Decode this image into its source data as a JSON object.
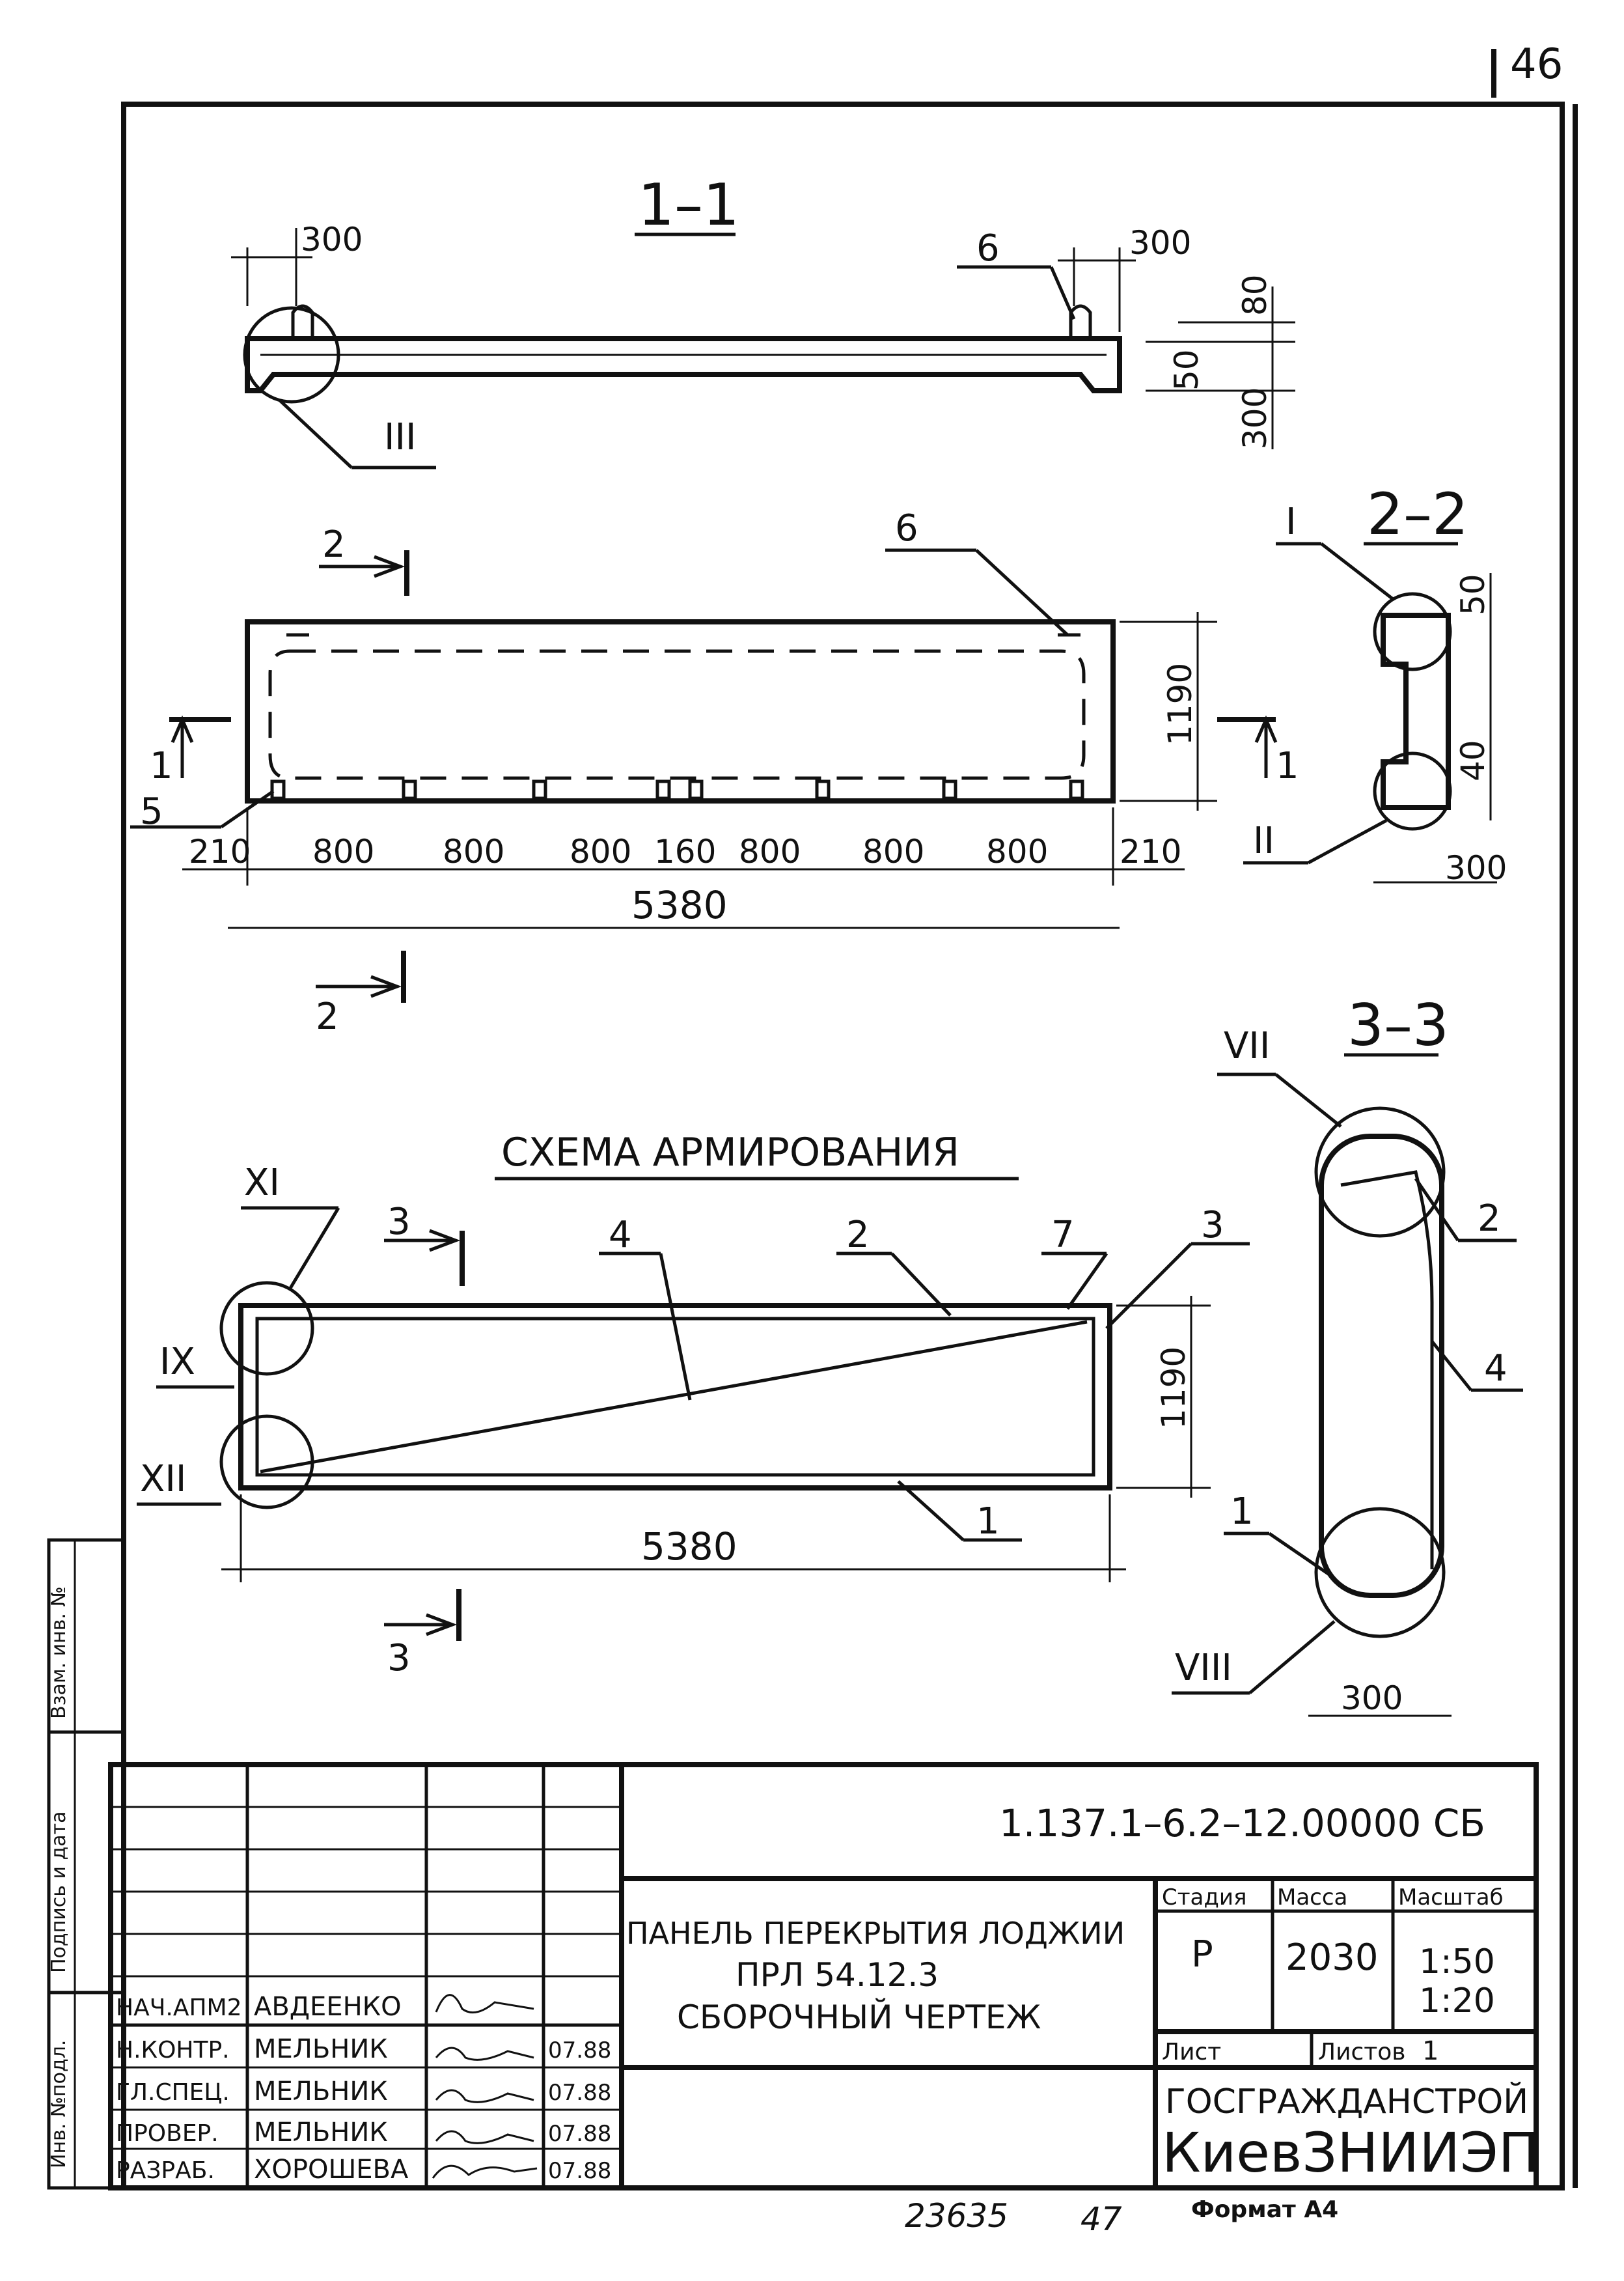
{
  "sheet": {
    "page_number": "46",
    "footer_number": "23635",
    "footer_page": "47",
    "format": "Формат А4"
  },
  "section_1_1": {
    "title": "1–1",
    "dim_left": "300",
    "dim_right": "300",
    "dim_80": "80",
    "dim_50": "50",
    "dim_300_v": "300",
    "leader_6": "6",
    "node_III": "III"
  },
  "plan": {
    "leader_2_top": "2",
    "leader_2_bottom": "2",
    "leader_1_left": "1",
    "leader_1_right": "1",
    "leader_5": "5",
    "leader_6": "6",
    "dim_1190": "1190",
    "segments": [
      "210",
      "800",
      "800",
      "800",
      "160",
      "800",
      "800",
      "800",
      "210"
    ],
    "total": "5380"
  },
  "section_2_2": {
    "title": "2–2",
    "node_I": "I",
    "node_II": "II",
    "dim_50": "50",
    "dim_40": "40",
    "dim_300": "300"
  },
  "scheme": {
    "title": "СХЕМА АРМИРОВАНИЯ",
    "leader_3_top": "3",
    "leader_3_bottom": "3",
    "leader_4": "4",
    "leader_2": "2",
    "leader_7": "7",
    "leader_3": "3",
    "leader_1": "1",
    "node_XI": "XI",
    "node_IX": "IX",
    "node_XII": "XII",
    "dim_1190": "1190",
    "total": "5380"
  },
  "section_3_3": {
    "title": "3–3",
    "node_VII": "VII",
    "node_VIII": "VIII",
    "leader_2": "2",
    "leader_4": "4",
    "leader_1": "1",
    "dim_300": "300"
  },
  "side_stamp": {
    "col1": "Инв. №подл.",
    "col2": "Подпись и дата",
    "col3": "Взам. инв. №"
  },
  "title_block": {
    "code": "1.137.1–6.2–12.00000 СБ",
    "name_line1": "ПАНЕЛЬ ПЕРЕКРЫТИЯ ЛОДЖИИ",
    "name_line2": "ПРЛ 54.12.3",
    "name_line3": "СБОРОЧНЫЙ ЧЕРТЕЖ",
    "stage_label": "Стадия",
    "mass_label": "Масса",
    "scale_label": "Масштаб",
    "stage_value": "Р",
    "mass_value": "2030",
    "scale_value_1": "1:50",
    "scale_value_2": "1:20",
    "sheet_label": "Лист",
    "sheets_label": "Листов",
    "sheets_value": "1",
    "org_line1": "ГОСГРАЖДАНСТРОЙ",
    "org_line2": "КиевЗНИИЭП",
    "staff": [
      {
        "role": "НАЧ.АПМ2",
        "name": "АВДЕЕНКО",
        "date": ""
      },
      {
        "role": "Н.КОНТР.",
        "name": "МЕЛЬНИК",
        "date": "07.88"
      },
      {
        "role": "ГЛ.СПЕЦ.",
        "name": "МЕЛЬНИК",
        "date": "07.88"
      },
      {
        "role": "ПРОВЕР.",
        "name": "МЕЛЬНИК",
        "date": "07.88"
      },
      {
        "role": "РАЗРАБ.",
        "name": "ХОРОШЕВА",
        "date": "07.88"
      }
    ]
  }
}
